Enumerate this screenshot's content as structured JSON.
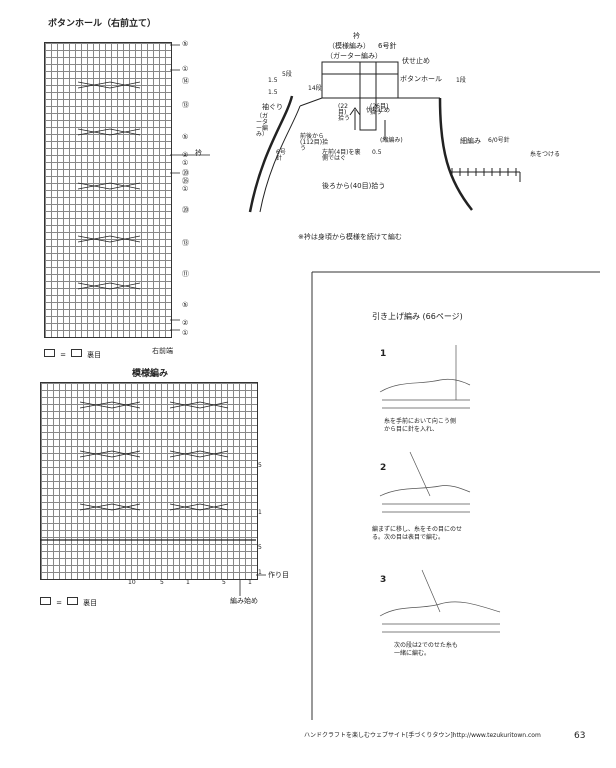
{
  "buttonhole_chart": {
    "title": "ボタンホール（右前立て）",
    "right_markers": [
      "⑤",
      "①",
      "⑭",
      "⑬",
      "⑤",
      "②",
      "①",
      "⑳",
      "㉖",
      "①",
      "⑳",
      "⑬",
      "⑪",
      "⑤",
      "②",
      "①"
    ],
    "legend_eq": "=",
    "legend_text": "裏目",
    "bottom_label": "右前端",
    "cable_symbol": "衿"
  },
  "pattern_chart": {
    "title": "模様編み",
    "row_numbers": [
      "5",
      "1",
      "5",
      "1"
    ],
    "col_numbers": [
      "5",
      "1",
      "10",
      "5",
      "1"
    ],
    "side_label": "作り目",
    "bottom_label": "編み始め",
    "legend_eq": "=",
    "legend_text": "裏目"
  },
  "diagram": {
    "collar": "衿",
    "collar_needle": "6号針",
    "pattern_label": "（模様編み）",
    "garter_label": "（ガーター編み）",
    "bind_off_top": "伏せ止め",
    "buttonhole": "ボタンホール",
    "buttonhole_rows": "1段",
    "side_1_5_a": "1.5",
    "side_5_rows": "5段",
    "side_1_5_b": "1.5",
    "side_14_rows": "14段",
    "sleeve_label": "袖ぐり",
    "sleeve_garter": "（ガーター編み）",
    "sleeve_needle": "6号針",
    "pickup_label": "前後から(112目)拾う",
    "bind_off_side": "伏せ止め",
    "pick_22": "(22目)拾う",
    "pick_26": "(26目)拾う",
    "garter_small": "(縮編み)",
    "left_front": "左前(4目)を裏側ではぐ",
    "small_val": "0.5",
    "back_pick": "後ろから(40目)拾う",
    "note": "※衿は身頃から模様を続けて編む",
    "cord_label": "細編み",
    "cord_needle": "6/0号針",
    "thread_label": "糸をつける"
  },
  "technique": {
    "title": "引き上げ編み (66ページ)",
    "step1_num": "1",
    "step1_text": "糸を手前において向こう側から目に針を入れ、",
    "step2_num": "2",
    "step2_text": "編まずに移し、糸をその目にのせる。次の目は表目で編む。",
    "step3_num": "3",
    "step3_text": "次の段は2でのせた糸も一緒に編む。"
  },
  "footer": {
    "site": "ハンドクラフトを楽しむウェブサイト[手づくりタウン]http://www.tezukuritown.com",
    "page": "63"
  }
}
